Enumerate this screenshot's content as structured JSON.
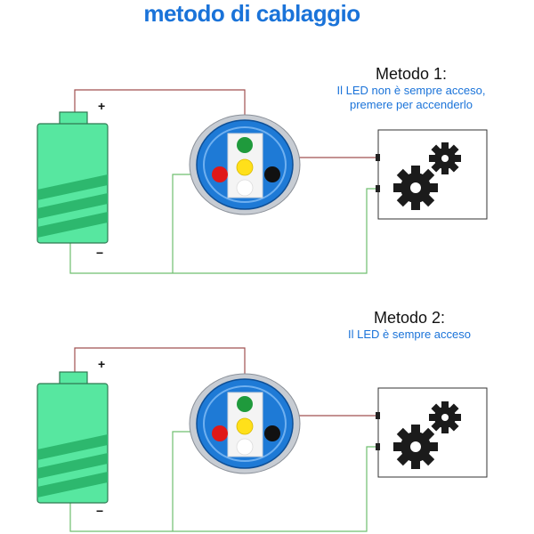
{
  "title": "metodo di cablaggio",
  "methods": [
    {
      "title": "Metodo 1:",
      "desc_lines": [
        "Il LED non è sempre acceso,",
        "premere per accenderlo"
      ]
    },
    {
      "title": "Metodo 2:",
      "desc_lines": [
        "Il LED è sempre acceso"
      ]
    }
  ],
  "labels": {
    "plus": "+",
    "minus": "−",
    "load_plus": "+",
    "load_minus": "-"
  },
  "colors": {
    "title": "#1a73d9",
    "battery_fill": "#57e7a0",
    "battery_stripe": "#2db86e",
    "wire_red": "#a05050",
    "wire_green": "#6fbf6f",
    "switch_blue": "#1e7ad6",
    "switch_ring": "#b9bec6",
    "led_green": "#1f9a3c",
    "led_red": "#e01818",
    "led_yellow": "#ffe01a",
    "led_black": "#111111",
    "gear": "#1b1b1b"
  }
}
